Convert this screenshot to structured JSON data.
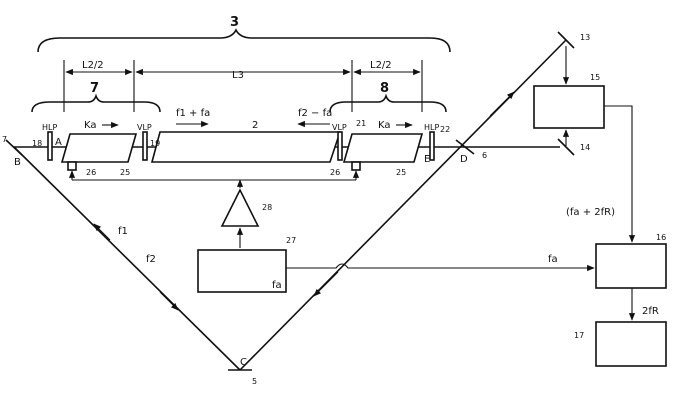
{
  "labels": {
    "system": "3",
    "modulator_left": "7",
    "modulator_right": "8",
    "L2_left": "L2/2",
    "L3": "L3",
    "L2_right": "L2/2",
    "HLP_left": "HLP",
    "VLP_left": "VLP",
    "VLP_right": "VLP",
    "HLP_right": "HLP",
    "Ka_left": "Ka",
    "Ka_right": "Ka",
    "beam_f1_fa": "f1 + fa",
    "beam_f2_fa": "f2 − fa",
    "ref_2": "2",
    "ref_18": "18",
    "ref_19": "19",
    "ref_21": "21",
    "ref_22": "22",
    "ref_26_left": "26",
    "ref_25_left": "25",
    "ref_26_right": "26",
    "ref_25_right": "25",
    "ref_28": "28",
    "ref_27": "27",
    "box27_freq": "fa",
    "point_A": "A",
    "point_B": "B",
    "point_C": "C",
    "point_D": "D",
    "point_E": "E",
    "ref_7_mirror": "7",
    "ref_6": "6",
    "ref_5": "5",
    "ref_13": "13",
    "ref_14": "14",
    "ref_15": "15",
    "ref_16": "16",
    "ref_17": "17",
    "beam_f1": "f1",
    "beam_f2": "f2",
    "signal_fa_2fR": "(fa + 2fR)",
    "signal_fa": "fa",
    "signal_2fR": "2fR"
  }
}
